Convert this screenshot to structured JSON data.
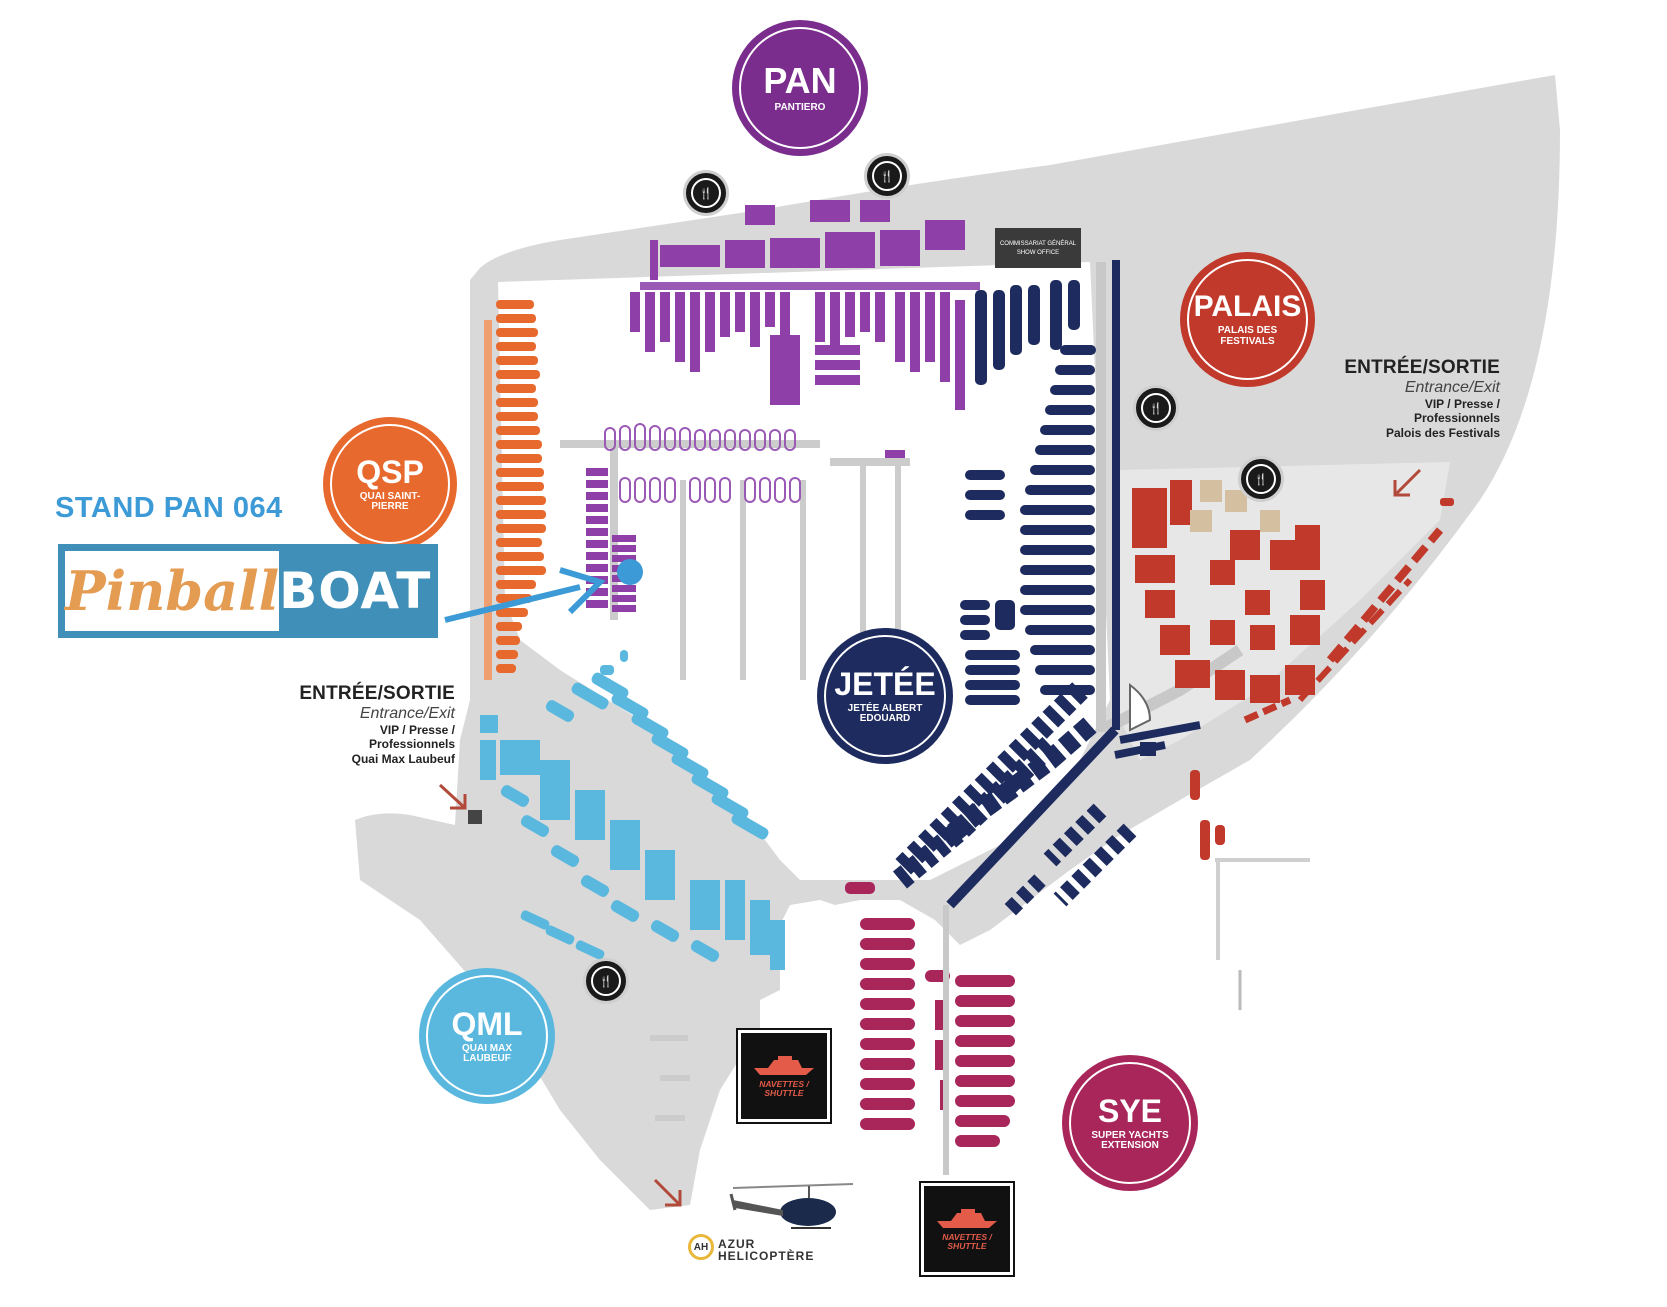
{
  "zones": {
    "pan": {
      "code": "PAN",
      "name": "PANTIERO",
      "color": "#7b2d8e"
    },
    "palais": {
      "code": "PALAIS",
      "name": "PALAIS DES FESTIVALS",
      "color": "#c0392b"
    },
    "qsp": {
      "code": "QSP",
      "name": "QUAI SAINT-PIERRE",
      "color": "#e8692e"
    },
    "jetee": {
      "code": "JETÉE",
      "name": "JETÉE ALBERT EDOUARD",
      "color": "#1d2b5e"
    },
    "qml": {
      "code": "QML",
      "name": "QUAI MAX LAUBEUF",
      "color": "#5ab8df"
    },
    "sye": {
      "code": "SYE",
      "name": "SUPER YACHTS EXTENSION",
      "color": "#a8265a"
    }
  },
  "entrances": {
    "east": {
      "title": "ENTRÉE/SORTIE",
      "subtitle": "Entrance/Exit",
      "line1": "VIP / Presse /",
      "line2": "Professionnels",
      "line3": "Palois des Festivals"
    },
    "west": {
      "title": "ENTRÉE/SORTIE",
      "subtitle": "Entrance/Exit",
      "line1": "VIP / Presse /",
      "line2": "Professionnels",
      "line3": "Quai Max Laubeuf"
    }
  },
  "office": {
    "line1": "COMMISSARIAT GÉNÉRAL",
    "line2": "SHOW OFFICE"
  },
  "stand": {
    "label": "STAND PAN 064"
  },
  "brand": {
    "script": "Pinball",
    "word": "BOAT"
  },
  "shuttle": {
    "label_line1": "NAVETTES /",
    "label_line2": "SHUTTLE"
  },
  "helicopter": {
    "brand_line1": "AZUR",
    "brand_line2": "HELICOPTÈRE",
    "mark": "AH"
  },
  "icons": {
    "restaurant": "restaurant-icon",
    "shuttle": "yacht-icon",
    "arrow": "arrow-icon"
  }
}
